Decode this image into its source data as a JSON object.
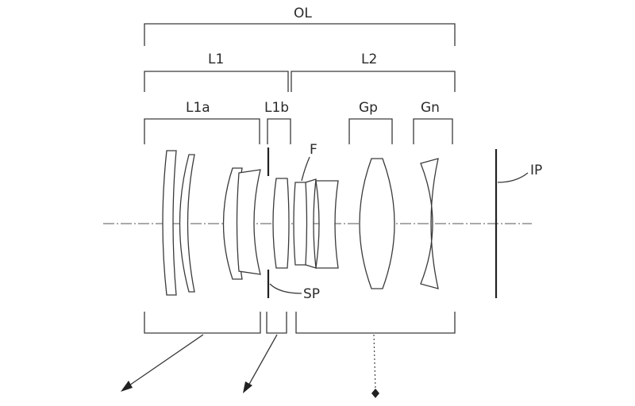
{
  "labels": {
    "ol": "OL",
    "l1": "L1",
    "l2": "L2",
    "l1a": "L1a",
    "l1b": "L1b",
    "gp": "Gp",
    "gn": "Gn",
    "f": "F",
    "ip": "IP",
    "sp": "SP"
  }
}
